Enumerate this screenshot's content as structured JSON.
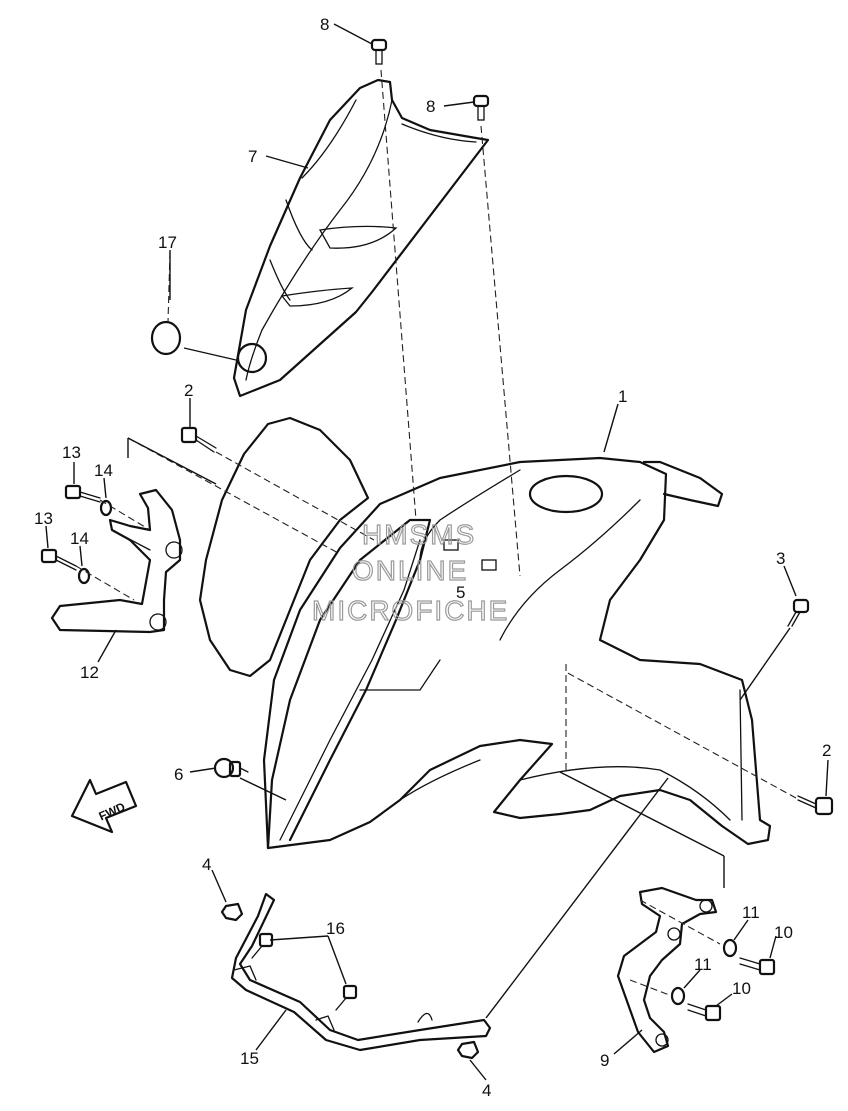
{
  "watermark": {
    "line1": "HMSMS",
    "line2": "ONLINE",
    "line3": "MICROFICHE"
  },
  "direction_marker": "FWD",
  "callouts": [
    {
      "id": "c8a",
      "label": "8"
    },
    {
      "id": "c8b",
      "label": "8"
    },
    {
      "id": "c7",
      "label": "7"
    },
    {
      "id": "c17",
      "label": "17"
    },
    {
      "id": "c1",
      "label": "1"
    },
    {
      "id": "c2a",
      "label": "2"
    },
    {
      "id": "c13a",
      "label": "13"
    },
    {
      "id": "c14a",
      "label": "14"
    },
    {
      "id": "c13b",
      "label": "13"
    },
    {
      "id": "c14b",
      "label": "14"
    },
    {
      "id": "c12",
      "label": "12"
    },
    {
      "id": "c5",
      "label": "5"
    },
    {
      "id": "c3",
      "label": "3"
    },
    {
      "id": "c6",
      "label": "6"
    },
    {
      "id": "c2b",
      "label": "2"
    },
    {
      "id": "c4a",
      "label": "4"
    },
    {
      "id": "c16",
      "label": "16"
    },
    {
      "id": "c15",
      "label": "15"
    },
    {
      "id": "c4b",
      "label": "4"
    },
    {
      "id": "c11a",
      "label": "11"
    },
    {
      "id": "c10a",
      "label": "10"
    },
    {
      "id": "c11b",
      "label": "11"
    },
    {
      "id": "c10b",
      "label": "10"
    },
    {
      "id": "c9",
      "label": "9"
    }
  ]
}
